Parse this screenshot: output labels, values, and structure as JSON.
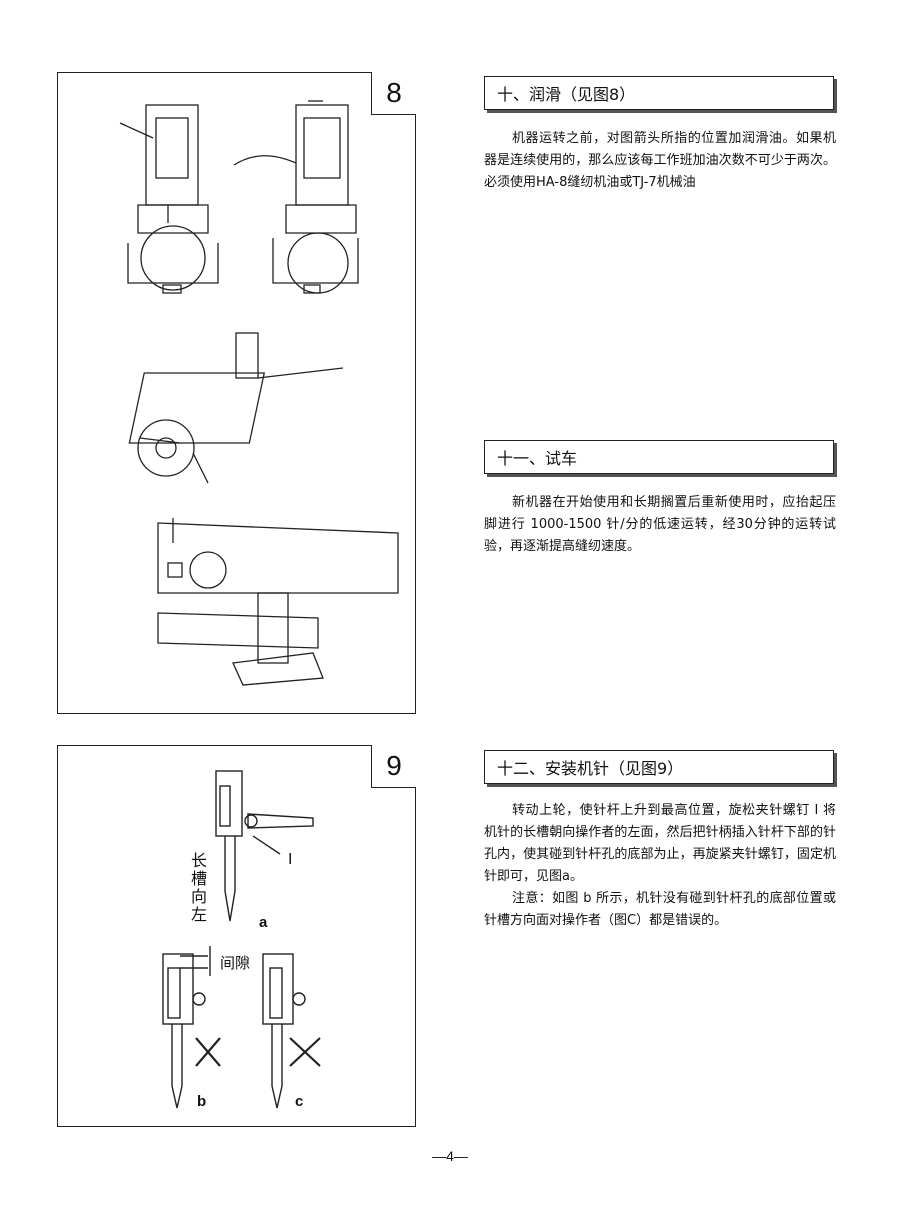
{
  "figures": {
    "fig8": {
      "number": "8"
    },
    "fig9": {
      "number": "9",
      "labels": {
        "a": "a",
        "b": "b",
        "c": "c",
        "screw": "I",
        "slot_left": "长槽向左",
        "gap": "间隙"
      }
    }
  },
  "sections": [
    {
      "heading": "十、润滑（见图8）",
      "paragraphs": [
        "机器运转之前，对图箭头所指的位置加润滑油。如果机器是连续使用的，那么应该每工作班加油次数不可少于两次。必须使用HA-8缝纫机油或TJ-7机械油"
      ]
    },
    {
      "heading": "十一、试车",
      "paragraphs": [
        "新机器在开始使用和长期搁置后重新使用时，应抬起压脚进行 1000-1500 针/分的低速运转，经30分钟的运转试验，再逐渐提高缝纫速度。"
      ]
    },
    {
      "heading": "十二、安装机针（见图9）",
      "paragraphs": [
        "转动上轮，使针杆上升到最高位置，旋松夹针螺钉 I 将机针的长槽朝向操作者的左面，然后把针柄插入针杆下部的针孔内，使其碰到针杆孔的底部为止，再旋紧夹针螺钉，固定机针即可，见图a。",
        "注意：如图 b 所示，机针没有碰到针杆孔的底部位置或针槽方向面对操作者（图C）都是错误的。"
      ]
    }
  ],
  "page_number": "—4—"
}
